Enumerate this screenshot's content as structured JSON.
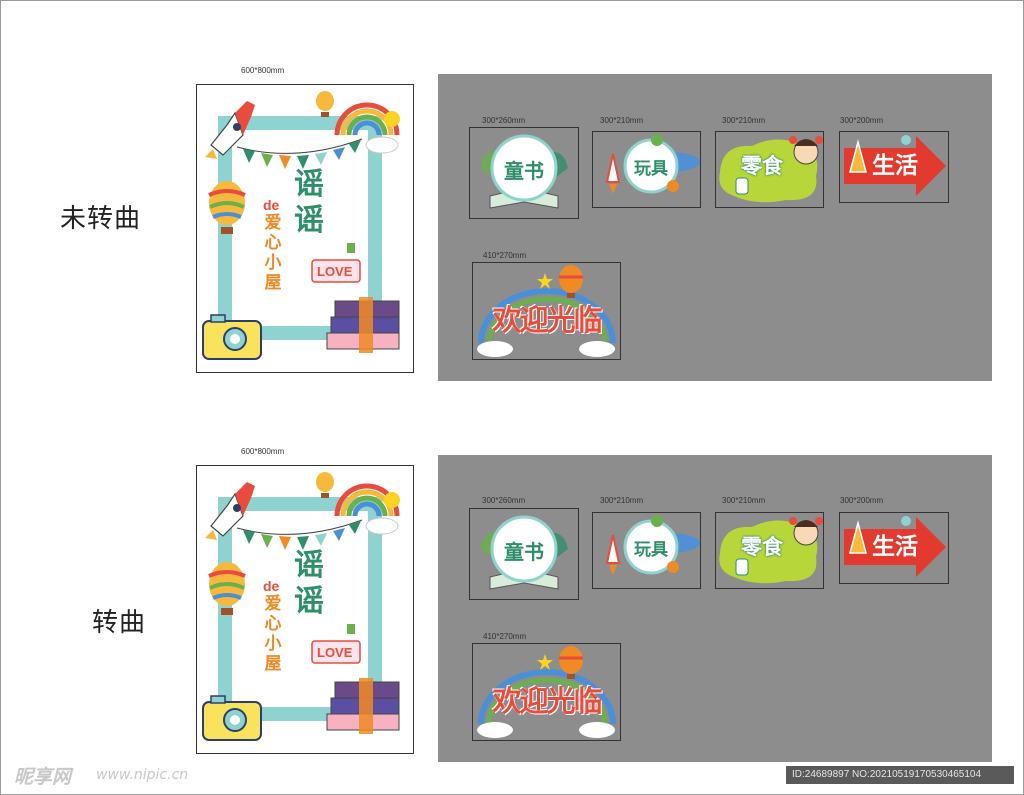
{
  "rows": [
    {
      "label": "未转曲",
      "board": {
        "size": "600*800mm",
        "title_chars": [
          "谣",
          "谣"
        ],
        "de_text": "de",
        "sub_chars": [
          "爱",
          "心",
          "小",
          "屋"
        ],
        "love_text": "LOVE"
      },
      "tiles": [
        {
          "size": "300*260mm",
          "text": "童书"
        },
        {
          "size": "300*210mm",
          "text": "玩具"
        },
        {
          "size": "300*210mm",
          "text": "零食"
        },
        {
          "size": "300*200mm",
          "text": "生活"
        },
        {
          "size": "410*270mm",
          "text": "欢迎光临"
        }
      ]
    },
    {
      "label": "转曲",
      "board": {
        "size": "600*800mm",
        "title_chars": [
          "谣",
          "谣"
        ],
        "de_text": "de",
        "sub_chars": [
          "爱",
          "心",
          "小",
          "屋"
        ],
        "love_text": "LOVE"
      },
      "tiles": [
        {
          "size": "300*260mm",
          "text": "童书"
        },
        {
          "size": "300*210mm",
          "text": "玩具"
        },
        {
          "size": "300*210mm",
          "text": "零食"
        },
        {
          "size": "300*200mm",
          "text": "生活"
        },
        {
          "size": "410*270mm",
          "text": "欢迎光临"
        }
      ]
    }
  ],
  "watermark": {
    "brand": "昵享网",
    "url": "www.nipic.cn"
  },
  "id_bar": "ID:24689897 NO:20210519170530465104",
  "colors": {
    "panel": "#8d8d8d",
    "frame_teal": "#8ed3cf",
    "title_green": "#2f8f6a",
    "accent_orange": "#f08a24",
    "accent_red": "#e94b3c",
    "arrow_red": "#e23a2e",
    "lime": "#b7d63a",
    "purple": "#5a4fa0"
  }
}
